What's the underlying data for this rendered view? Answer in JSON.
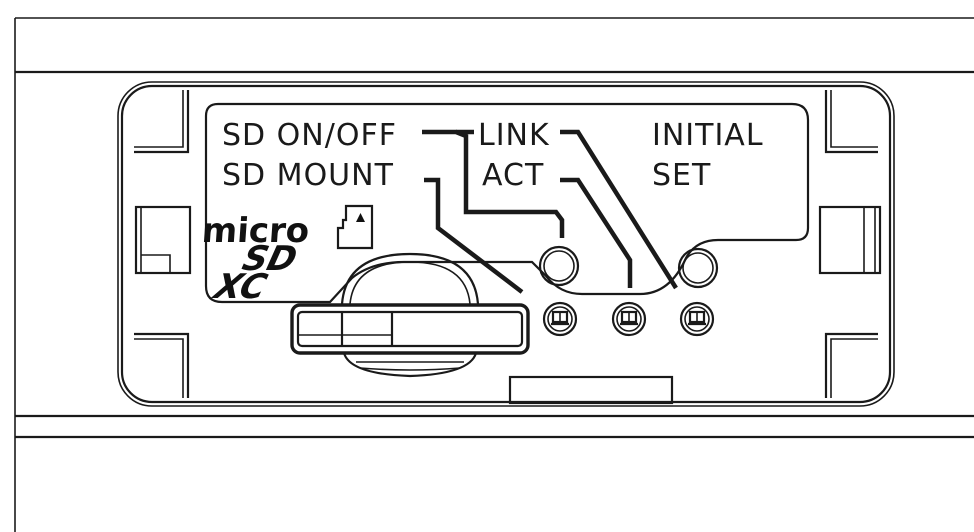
{
  "labels": {
    "sd_on_off": "SD ON/OFF",
    "sd_mount": "SD MOUNT",
    "link": "LINK",
    "act": "ACT",
    "initial": "INITIAL",
    "set": "SET"
  },
  "logo": {
    "micro": "micro",
    "sd": "SD",
    "xc": "XC"
  },
  "icons": {
    "card_orientation": "microsd-card-orientation-icon",
    "network_led": "network-port-icon",
    "button": "round-button-icon"
  },
  "colors": {
    "line": "#1a1a1a",
    "background": "#ffffff"
  }
}
